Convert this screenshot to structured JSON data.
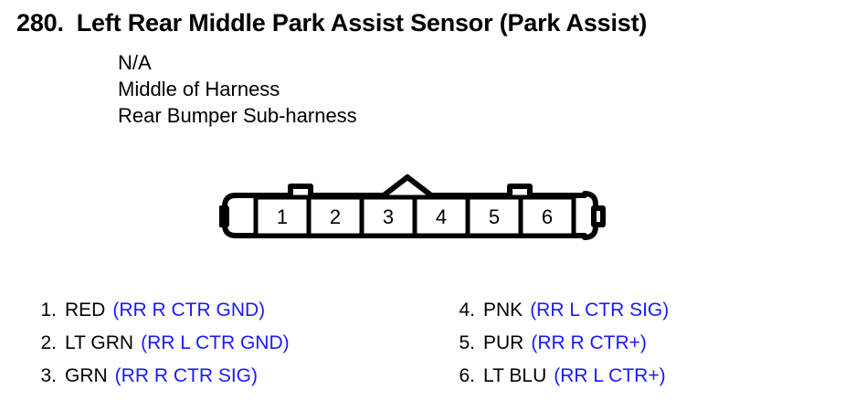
{
  "header": {
    "number": "280.",
    "title": "Left Rear Middle Park Assist Sensor (Park Assist)"
  },
  "subinfo": {
    "line1": "N/A",
    "line2": "Middle of Harness",
    "line3": "Rear Bumper Sub-harness"
  },
  "connector": {
    "pins": [
      "1",
      "2",
      "3",
      "4",
      "5",
      "6"
    ]
  },
  "colors": {
    "circuit_text": "#1a1aff",
    "line": "#000000",
    "background": "#ffffff"
  },
  "pins_left": [
    {
      "index": "1.",
      "color": "RED",
      "circuit": "(RR R CTR GND)"
    },
    {
      "index": "2.",
      "color": "LT GRN",
      "circuit": "(RR L CTR GND)"
    },
    {
      "index": "3.",
      "color": "GRN",
      "circuit": "(RR R CTR SIG)"
    }
  ],
  "pins_right": [
    {
      "index": "4.",
      "color": "PNK",
      "circuit": "(RR L CTR SIG)"
    },
    {
      "index": "5.",
      "color": "PUR",
      "circuit": "(RR R CTR+)"
    },
    {
      "index": "6.",
      "color": "LT BLU",
      "circuit": "(RR L CTR+)"
    }
  ]
}
